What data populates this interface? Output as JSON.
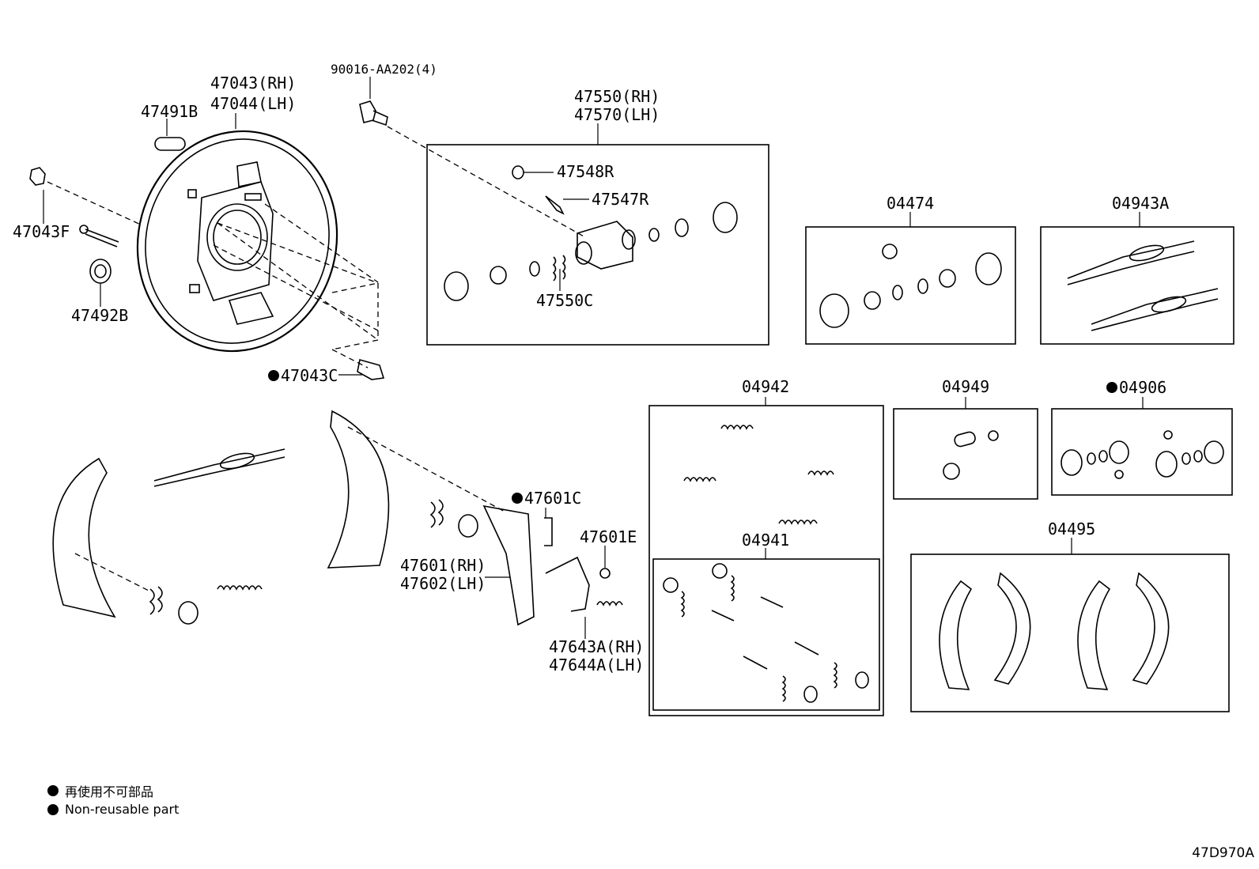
{
  "parts": {
    "p47043": "47043(RH)",
    "p47044": "47044(LH)",
    "p47491B": "47491B",
    "p90016": "90016-AA202(4)",
    "p47550": "47550(RH)",
    "p47570": "47570(LH)",
    "p47548R": "47548R",
    "p47547R": "47547R",
    "p47550C": "47550C",
    "p04474": "04474",
    "p04943A": "04943A",
    "p47043F": "47043F",
    "p47492B": "47492B",
    "p47043C": "47043C",
    "p04942": "04942",
    "p04949": "04949",
    "p04906": "04906",
    "p47601C": "47601C",
    "p47601E": "47601E",
    "p47601": "47601(RH)",
    "p47602": "47602(LH)",
    "p47643A": "47643A(RH)",
    "p47644A": "47644A(LH)",
    "p04941": "04941",
    "p04495": "04495"
  },
  "legend": {
    "jp": "再使用不可部品",
    "en": "Non-reusable part"
  },
  "figure_id": "47D970A"
}
